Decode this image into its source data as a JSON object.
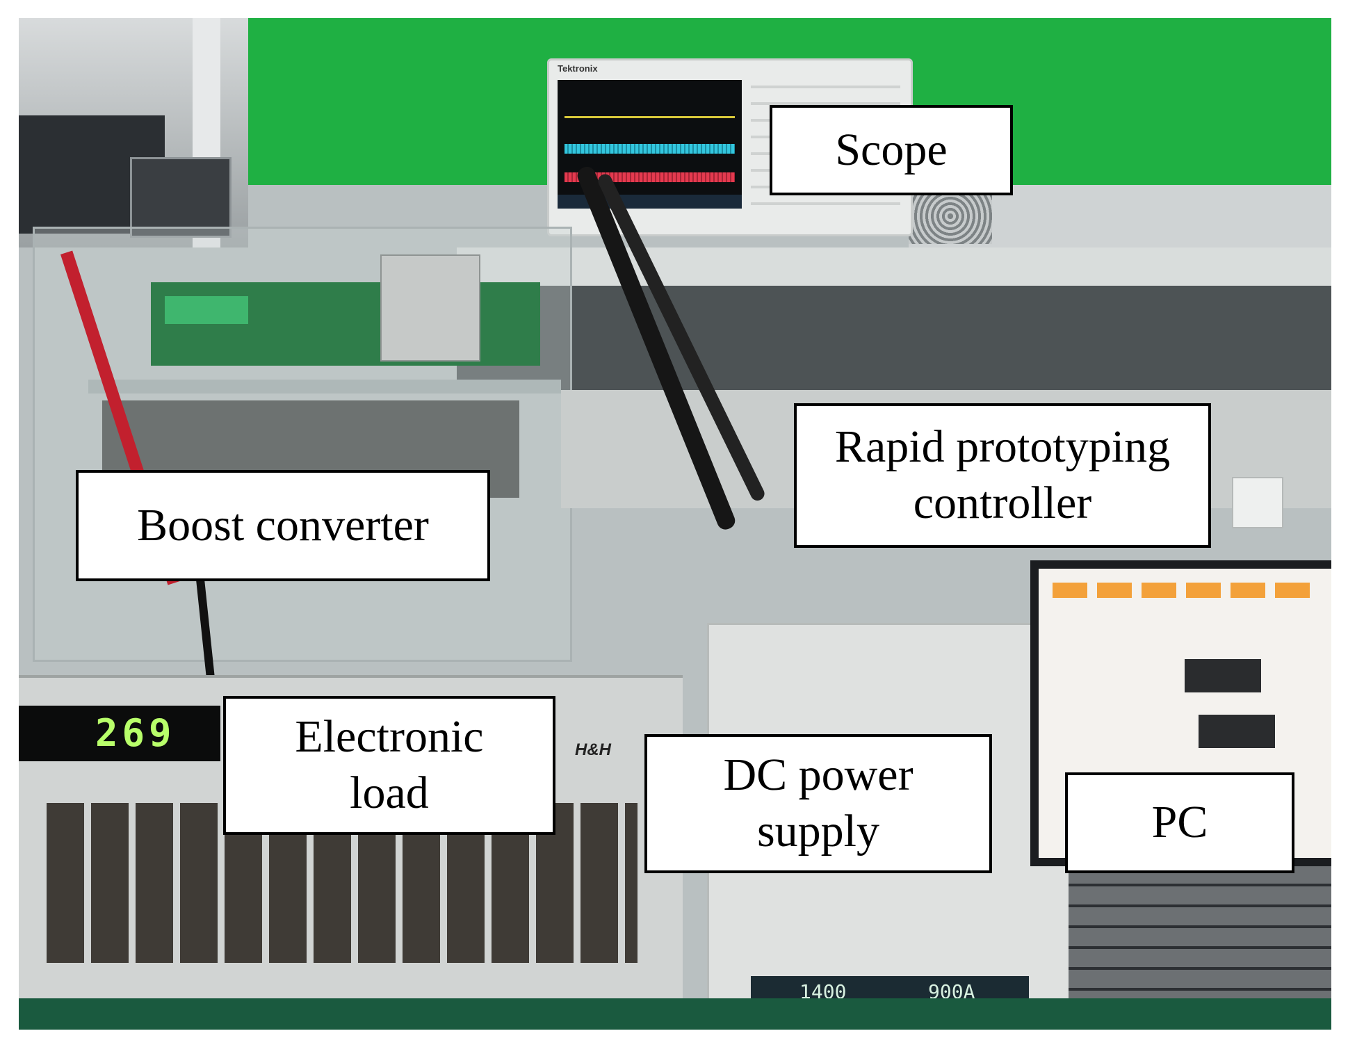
{
  "labels": {
    "scope": "Scope",
    "controller_line1": "Rapid prototyping",
    "controller_line2": "controller",
    "boost": "Boost converter",
    "load_line1": "Electronic",
    "load_line2": "load",
    "dc_line1": "DC power",
    "dc_line2": "supply",
    "pc": "PC"
  },
  "instruments": {
    "scope_brand": "Tektronix",
    "eload_display": "269",
    "eload_brand": "H&H",
    "psu_voltage": "1400",
    "psu_current": "900A"
  },
  "colors": {
    "green_screen": "#1fb043",
    "bench": "#d4d7d6",
    "scope_trace_yellow": "#d9c93a",
    "scope_trace_cyan": "#33c6de",
    "scope_trace_red": "#e43a4f",
    "wire_red": "#c2202e",
    "label_border": "#000000"
  },
  "icons": [
    "oscilloscope",
    "boost-converter-board",
    "electronic-load",
    "dc-power-supply",
    "laptop",
    "cables"
  ]
}
